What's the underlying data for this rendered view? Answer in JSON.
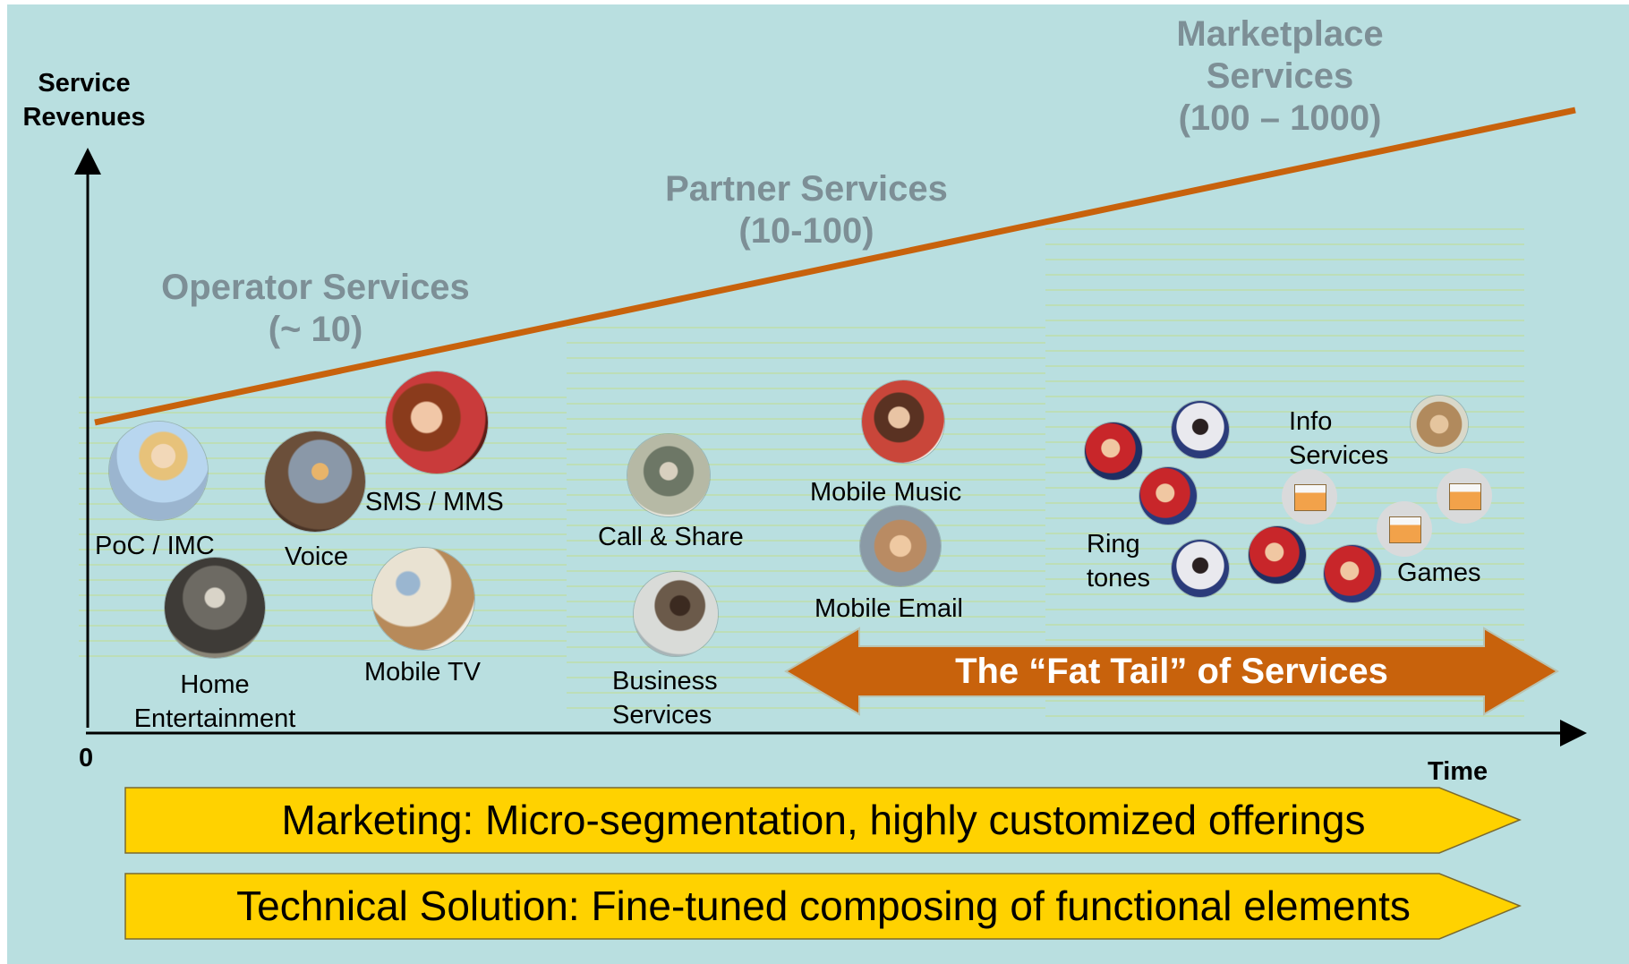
{
  "axes": {
    "y_title_line1": "Service",
    "y_title_line2": "Revenues",
    "origin": "0",
    "x_title": "Time"
  },
  "phases": {
    "operator_line1": "Operator Services",
    "operator_line2": "(~ 10)",
    "partner_line1": "Partner Services",
    "partner_line2": "(10-100)",
    "marketplace_line1": "Marketplace",
    "marketplace_line2": "Services",
    "marketplace_line3": "(100 – 1000)"
  },
  "services": {
    "poc": "PoC / IMC",
    "voice": "Voice",
    "sms": "SMS / MMS",
    "home_line1": "Home",
    "home_line2": "Entertainment",
    "mobile_tv": "Mobile TV",
    "call_share": "Call & Share",
    "business_line1": "Business",
    "business_line2": "Services",
    "mobile_music": "Mobile Music",
    "mobile_email": "Mobile Email",
    "info_line1": "Info",
    "info_line2": "Services",
    "ring_line1": "Ring",
    "ring_line2": "tones",
    "games": "Games"
  },
  "fat_tail": "The “Fat Tail” of Services",
  "banners": {
    "marketing": "Marketing: Micro-segmentation, highly customized offerings",
    "technical": "Technical Solution: Fine-tuned composing of functional elements"
  },
  "colors": {
    "background": "#b9dfe0",
    "trend_line": "#c8620c",
    "fat_tail_arrow": "#c8620c",
    "banner_fill": "#ffd200",
    "phase_text": "#7d8f96"
  }
}
